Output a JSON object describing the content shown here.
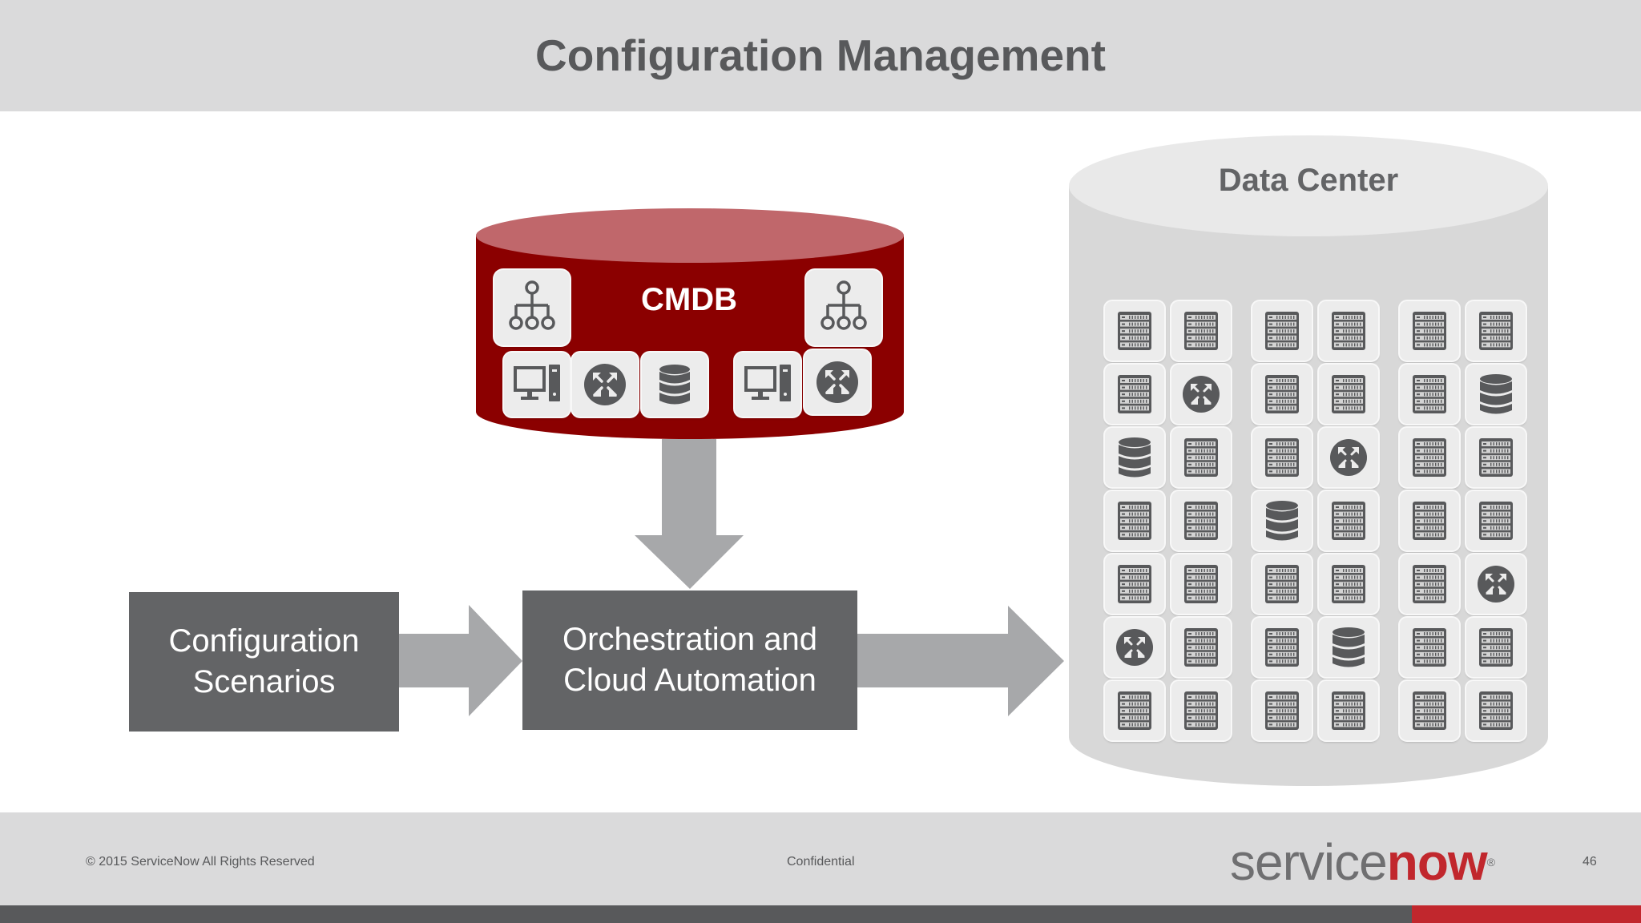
{
  "slide": {
    "title": "Configuration Management"
  },
  "cmdb": {
    "label": "CMDB"
  },
  "data_center": {
    "label": "Data Center"
  },
  "boxes": {
    "config_scenarios": [
      "Configuration",
      "Scenarios"
    ],
    "orchestration": [
      "Orchestration and",
      "Cloud Automation"
    ]
  },
  "footer": {
    "copyright": "© 2015 ServiceNow All Rights Reserved",
    "confidential": "Confidential",
    "page_number": "46",
    "logo_service": "service",
    "logo_now": "now"
  },
  "colors": {
    "cmdb_red": "#8b0000",
    "box_gray": "#636466",
    "brand_red": "#c1272d",
    "bar_gray": "#dadadb"
  },
  "cmdb_icons": [
    "hierarchy-icon",
    "desktop-computer-icon",
    "router-icon",
    "database-icon",
    "desktop-computer-icon",
    "router-icon",
    "hierarchy-icon"
  ],
  "data_center_grid": [
    [
      "server-icon",
      "server-icon",
      "server-icon",
      "server-icon",
      "server-icon",
      "server-icon"
    ],
    [
      "server-icon",
      "router-icon",
      "server-icon",
      "server-icon",
      "server-icon",
      "database-icon"
    ],
    [
      "database-icon",
      "server-icon",
      "server-icon",
      "router-icon",
      "server-icon",
      "server-icon"
    ],
    [
      "server-icon",
      "server-icon",
      "database-icon",
      "server-icon",
      "server-icon",
      "server-icon"
    ],
    [
      "server-icon",
      "server-icon",
      "server-icon",
      "server-icon",
      "server-icon",
      "router-icon"
    ],
    [
      "router-icon",
      "server-icon",
      "server-icon",
      "database-icon",
      "server-icon",
      "server-icon"
    ],
    [
      "server-icon",
      "server-icon",
      "server-icon",
      "server-icon",
      "server-icon",
      "server-icon"
    ]
  ]
}
